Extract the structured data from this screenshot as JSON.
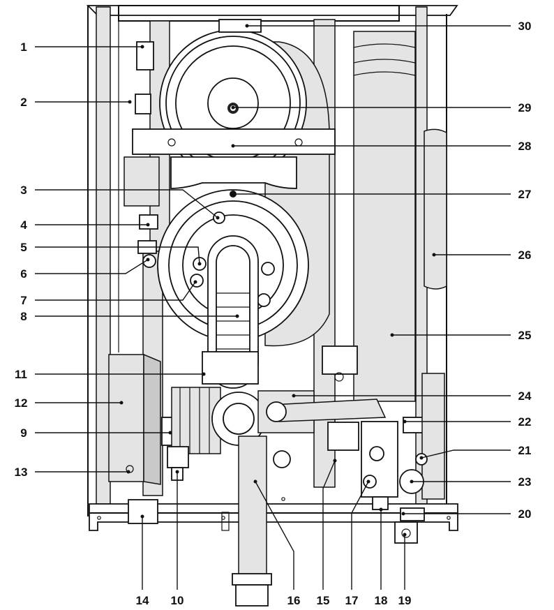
{
  "diagram": {
    "callouts": [
      {
        "id": "1",
        "label": "1"
      },
      {
        "id": "2",
        "label": "2"
      },
      {
        "id": "3",
        "label": "3"
      },
      {
        "id": "4",
        "label": "4"
      },
      {
        "id": "5",
        "label": "5"
      },
      {
        "id": "6",
        "label": "6"
      },
      {
        "id": "7",
        "label": "7"
      },
      {
        "id": "8",
        "label": "8"
      },
      {
        "id": "11",
        "label": "11"
      },
      {
        "id": "12",
        "label": "12"
      },
      {
        "id": "9",
        "label": "9"
      },
      {
        "id": "13",
        "label": "13"
      },
      {
        "id": "30",
        "label": "30"
      },
      {
        "id": "29",
        "label": "29"
      },
      {
        "id": "28",
        "label": "28"
      },
      {
        "id": "27",
        "label": "27"
      },
      {
        "id": "26",
        "label": "26"
      },
      {
        "id": "25",
        "label": "25"
      },
      {
        "id": "24",
        "label": "24"
      },
      {
        "id": "22",
        "label": "22"
      },
      {
        "id": "21",
        "label": "21"
      },
      {
        "id": "23",
        "label": "23"
      },
      {
        "id": "20",
        "label": "20"
      },
      {
        "id": "14",
        "label": "14"
      },
      {
        "id": "10",
        "label": "10"
      },
      {
        "id": "16",
        "label": "16"
      },
      {
        "id": "15",
        "label": "15"
      },
      {
        "id": "17",
        "label": "17"
      },
      {
        "id": "18",
        "label": "18"
      },
      {
        "id": "19",
        "label": "19"
      }
    ]
  }
}
